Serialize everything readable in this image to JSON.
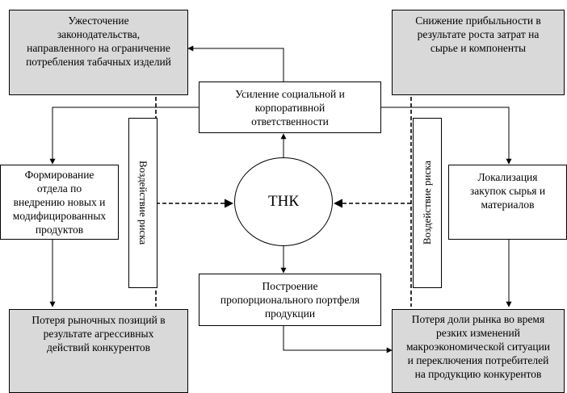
{
  "boxes": {
    "top_left": "Ужесточение\nзаконодательства,\nнаправленного на ограничение\nпотребления табачных изделий",
    "top_right": "Снижение прибыльности в\nрезультате роста затрат на\nсырье и компоненты",
    "top_center": "Усиление социальной и\nкорпоративной\nответственности",
    "mid_left": "Формирование\nотдела по\nвнедрению новых и\nмодифицированных\nпродуктов",
    "mid_right": "Локализация\nзакупок сырья и\nматериалов",
    "bottom_center": "Построение\nпропорционального портфеля\nпродукции",
    "bottom_left": "Потеря рыночных позиций в\nрезультате агрессивных\nдействий конкурентов",
    "bottom_right": "Потеря доли рынка во время\nрезких изменений\nмакроэкономической ситуации\nи переключения потребителей\nна продукцию конкурентов"
  },
  "center_label": "ТНК",
  "risk_left": "Воздействие риска",
  "risk_right": "Воздействие риска",
  "colors": {
    "shaded": "#d9d9d9",
    "line": "#000000"
  }
}
